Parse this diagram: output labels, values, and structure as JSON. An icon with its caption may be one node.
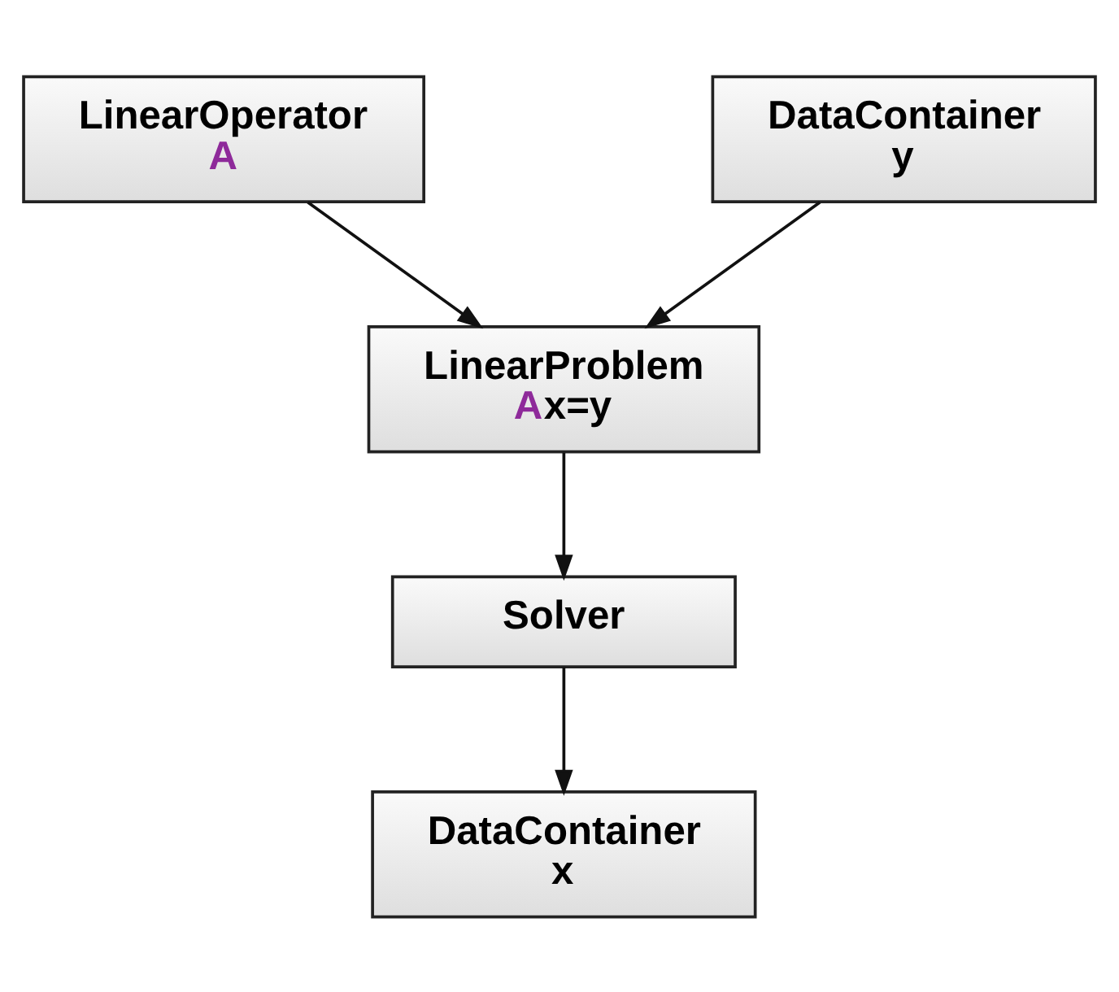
{
  "diagram": {
    "nodes": [
      {
        "text": [
          "LinearOperator",
          "A"
        ]
      },
      {
        "text": [
          "DataContainer",
          "y"
        ]
      },
      {
        "text": [
          "LinearProblem",
          "Ax=y"
        ]
      },
      {
        "text": [
          "Solver"
        ]
      },
      {
        "text": [
          "DataContainer",
          "x"
        ]
      }
    ],
    "edges": [
      {
        "from": 0,
        "to": 2,
        "arrow": "to"
      },
      {
        "from": 1,
        "to": 2,
        "arrow": "to"
      },
      {
        "from": 2,
        "to": 3,
        "arrow": "to"
      },
      {
        "from": 3,
        "to": 4,
        "arrow": "to"
      }
    ]
  }
}
